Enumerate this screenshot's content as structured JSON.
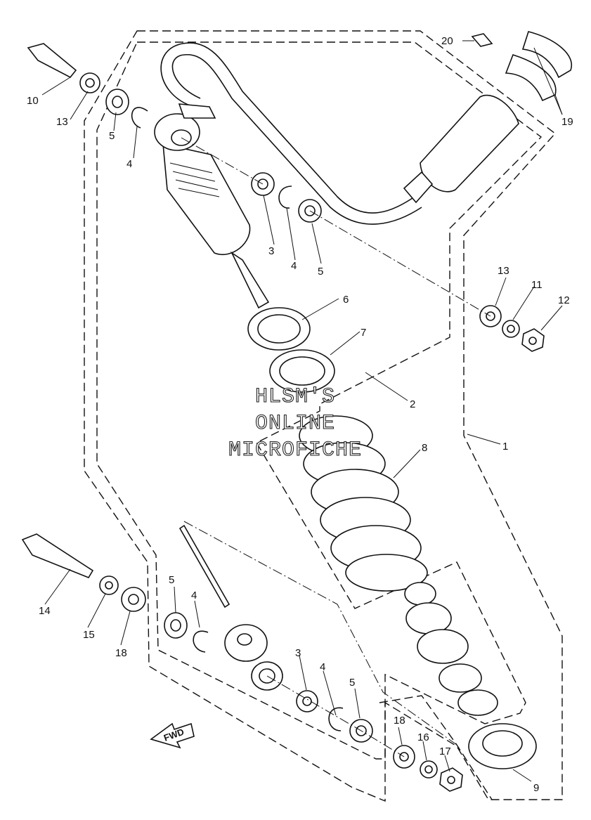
{
  "callouts": {
    "c1": "1",
    "c2": "2",
    "c3a": "3",
    "c3b": "3",
    "c4a": "4",
    "c4b": "4",
    "c4c": "4",
    "c4d": "4",
    "c5a": "5",
    "c5b": "5",
    "c5c": "5",
    "c5d": "5",
    "c6": "6",
    "c7": "7",
    "c8": "8",
    "c9": "9",
    "c10": "10",
    "c11": "11",
    "c12": "12",
    "c13a": "13",
    "c13b": "13",
    "c14": "14",
    "c15": "15",
    "c16": "16",
    "c17": "17",
    "c18a": "18",
    "c18b": "18",
    "c19": "19",
    "c20": "20"
  },
  "watermark": {
    "line1": "HLSM'S",
    "line2": "ONLINE",
    "line3": "MICROFICHE"
  },
  "fwd_label": "FWD"
}
